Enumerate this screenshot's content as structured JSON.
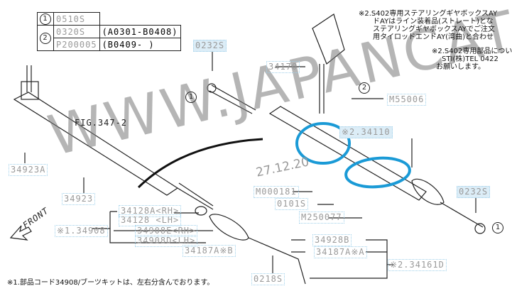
{
  "table": {
    "rows": [
      {
        "marker": "1",
        "code": "0510S",
        "range": ""
      },
      {
        "marker": "2",
        "code": "0320S",
        "range": "(A0301-B0408)"
      },
      {
        "marker": "",
        "code": "P200005",
        "range": "(B0409- )"
      }
    ]
  },
  "labels": {
    "l0232s_top": "0232S",
    "l34170": "34170",
    "m55006": "M55006",
    "l34110": "※2.34110",
    "fig": "FIG.347-2",
    "l34923a": "34923A",
    "l34923": "34923",
    "l34128a": "34128A<RH>",
    "l34128": "34128 <LH>",
    "l34908": "※1.34908",
    "l34908e": "34908E<RH>",
    "l34908d": "34908D<LH>",
    "l34187b": "34187A※B",
    "m000181": "M000181",
    "l0101s": "0101S",
    "m250077": "M250077",
    "l34928b": "34928B",
    "l34187a": "34187A※A",
    "l34161d": "※2.34161D",
    "l0218s": "0218S",
    "l0232s_right": "0232S",
    "front": "FRONT"
  },
  "callouts": {
    "c1a": "1",
    "c1b": "1",
    "c2": "2"
  },
  "notes": {
    "top": [
      "※2.S402専用ステアリングギヤボックスAY",
      "ドAYはライン装着品(ストレート)とな",
      "ステアリングギヤボックスAYでご注文",
      "用タイロッドエンドAY(湾曲)と合わせ"
    ],
    "top2": [
      "※2.S402専用部品につい",
      "STI(株)TEL 0422",
      "お願いします。"
    ],
    "bottom": "※1.部品コード34908/ブーツキットは、左右分含んでおります。"
  },
  "watermark": "WWW.JAPANCATS.RU",
  "date": "27.12.20",
  "colors": {
    "highlight_circle": "#1a9ad6",
    "label_text": "#9a9a9a"
  }
}
